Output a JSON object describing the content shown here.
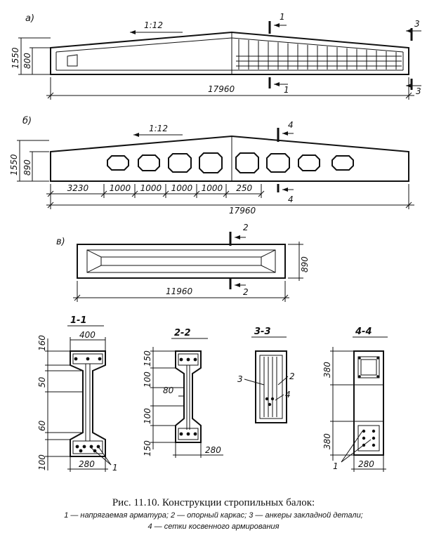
{
  "views": {
    "a": {
      "label": "а)",
      "slope": "1:12",
      "height_total": "1550",
      "height_end": "800",
      "length": "17960",
      "cut1": "1",
      "cut3": "3"
    },
    "b": {
      "label": "б)",
      "slope": "1:12",
      "height_total": "1550",
      "height_end": "890",
      "length": "17960",
      "spans": [
        "3230",
        "1000",
        "1000",
        "1000",
        "1000",
        "250"
      ],
      "cut4": "4"
    },
    "v": {
      "label": "в)",
      "height": "890",
      "length": "11960",
      "cut2": "2"
    }
  },
  "sections": {
    "s11": {
      "title": "1-1",
      "top_width": "400",
      "dims": [
        "160",
        "50",
        "60",
        "100"
      ],
      "bottom_width": "280",
      "marker": "1"
    },
    "s22": {
      "title": "2-2",
      "dims": [
        "150",
        "100",
        "80",
        "100",
        "150"
      ],
      "bottom_width": "280"
    },
    "s33": {
      "title": "3-3",
      "markers": [
        "3",
        "2",
        "4"
      ]
    },
    "s44": {
      "title": "4-4",
      "dims": [
        "380",
        "380"
      ],
      "bottom_width": "280",
      "marker": "1"
    }
  },
  "caption": {
    "title": "Рис. 11.10. Конструкции стропильных балок:",
    "legend_line1": "1 — напрягаемая арматура; 2 — опорный каркас; 3 — анкеры закладной детали;",
    "legend_line2": "4 — сетки косвенного армирования"
  }
}
